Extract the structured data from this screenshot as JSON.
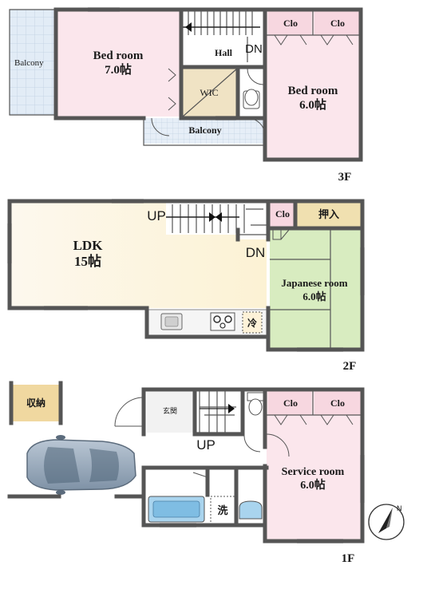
{
  "floors": {
    "third": {
      "floor_label": "3F",
      "balcony_west": "Balcony",
      "bedroom_a_name": "Bed room",
      "bedroom_a_size": "7.0帖",
      "hall": "Hall",
      "stair_dn": "DN",
      "wic": "WIC",
      "balcony_south": "Balcony",
      "closet_1": "Clo",
      "closet_2": "Clo",
      "bedroom_b_name": "Bed room",
      "bedroom_b_size": "6.0帖"
    },
    "second": {
      "floor_label": "2F",
      "stair_up": "UP",
      "stair_dn": "DN",
      "ldk_name": "LDK",
      "ldk_size": "15帖",
      "closet": "Clo",
      "oshiire": "押入",
      "japanese_name": "Japanese room",
      "japanese_size": "6.0帖",
      "fridge": "冷"
    },
    "first": {
      "floor_label": "1F",
      "storage": "収納",
      "entrance": "玄関",
      "stair_up": "UP",
      "closet_1": "Clo",
      "closet_2": "Clo",
      "service_name": "Service room",
      "service_size": "6.0帖",
      "washer": "洗"
    }
  },
  "compass": {
    "north": "N"
  },
  "colors": {
    "wall": "#555555",
    "bedroom": "#fbe6ec",
    "balcony": "#dfeaf5",
    "wic": "#f0e3c4",
    "ldk": "#fdf7e8",
    "japanese": "#d8ecc0",
    "oshiire": "#f0e0b0",
    "bath": "#a9d4ee",
    "storage": "#f0d8a0"
  }
}
